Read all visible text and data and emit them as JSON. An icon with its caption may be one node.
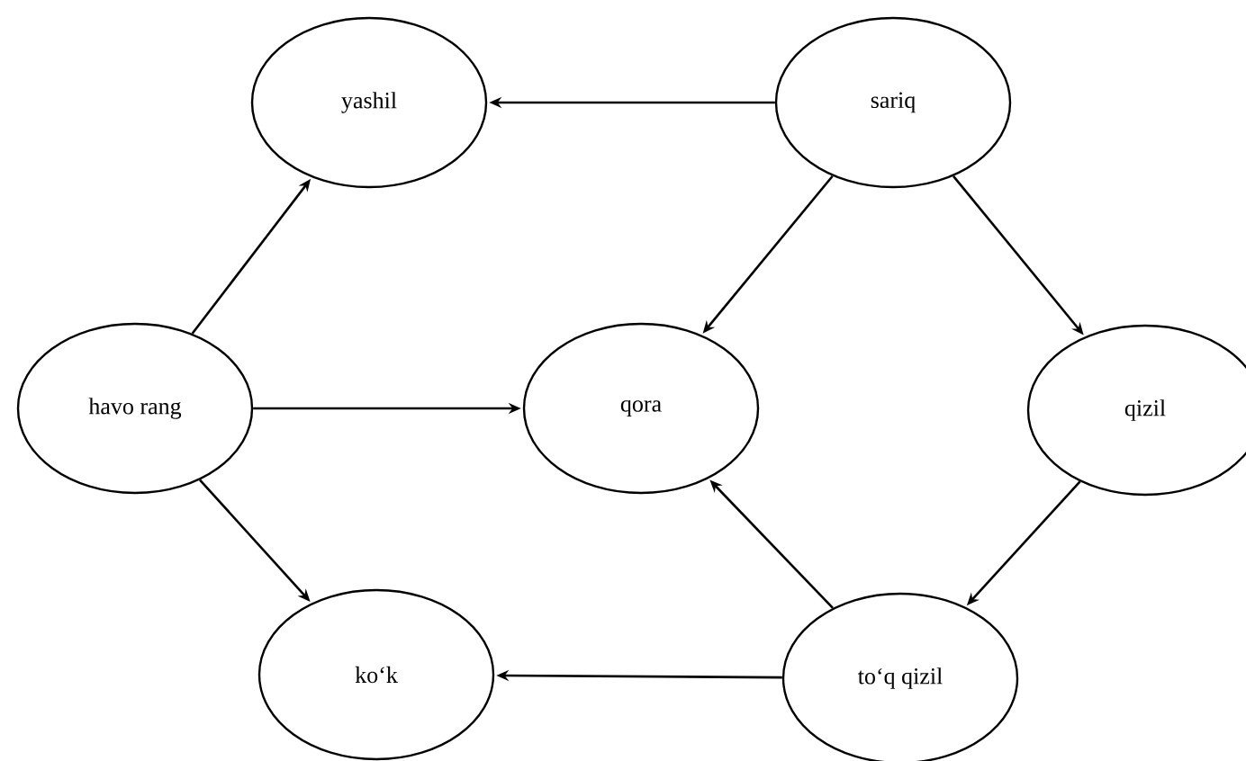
{
  "diagram": {
    "nodes": [
      {
        "text": [
          "yashil"
        ]
      },
      {
        "text": [
          "sariq"
        ]
      },
      {
        "text": [
          "havo rang"
        ]
      },
      {
        "text": [
          "qora"
        ]
      },
      {
        "text": [
          "qizil"
        ]
      },
      {
        "text": [
          "ko‘k"
        ]
      },
      {
        "text": [
          "to‘q qizil"
        ]
      }
    ],
    "edges": [
      {
        "from": 1,
        "to": 0,
        "arrow": "to"
      },
      {
        "from": 2,
        "to": 0,
        "arrow": "to"
      },
      {
        "from": 1,
        "to": 3,
        "arrow": "to"
      },
      {
        "from": 1,
        "to": 4,
        "arrow": "to"
      },
      {
        "from": 2,
        "to": 3,
        "arrow": "to"
      },
      {
        "from": 2,
        "to": 5,
        "arrow": "to"
      },
      {
        "from": 6,
        "to": 3,
        "arrow": "to"
      },
      {
        "from": 4,
        "to": 6,
        "arrow": "to"
      },
      {
        "from": 6,
        "to": 5,
        "arrow": "to"
      }
    ]
  }
}
